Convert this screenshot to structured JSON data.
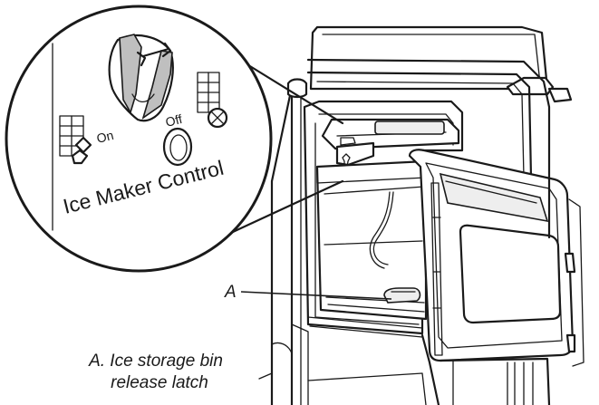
{
  "callout": {
    "letter": "A"
  },
  "caption": {
    "line1": "A. Ice storage bin",
    "line2": "release latch"
  },
  "inset": {
    "title": "Ice Maker Control",
    "on_label": "On",
    "off_label": "Off"
  }
}
